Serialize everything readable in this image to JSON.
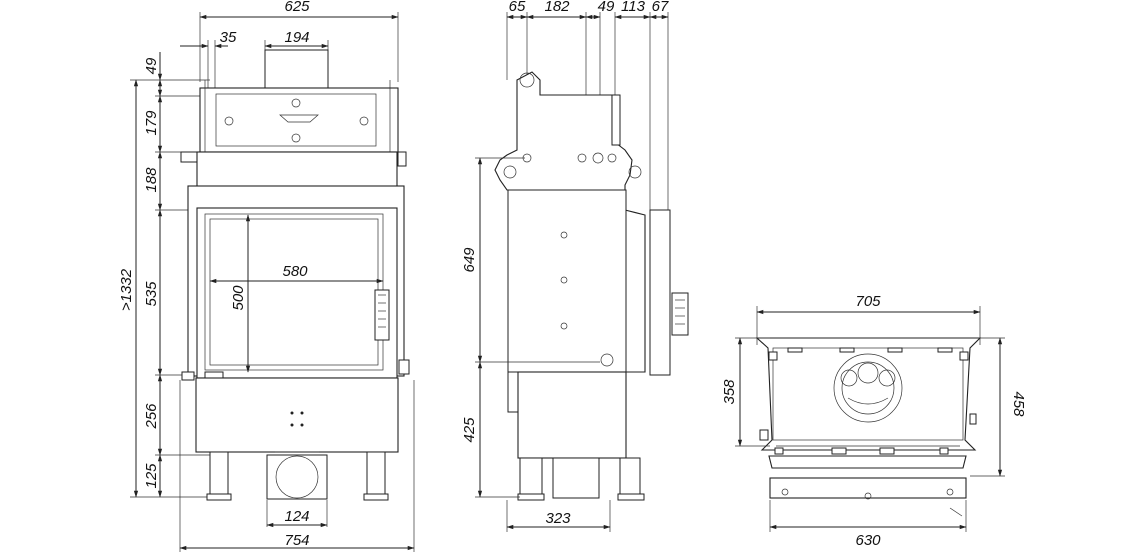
{
  "views": {
    "front": {
      "top_width": "625",
      "left_offset": "35",
      "flue_width": "194",
      "heights": [
        "49",
        "179",
        "188",
        "535",
        "256",
        "125"
      ],
      "total_height": ">1332",
      "glass_width": "580",
      "glass_height": "500",
      "outlet_width": "124",
      "total_width": "754"
    },
    "side": {
      "top_dims": [
        "65",
        "182",
        "49",
        "113",
        "67"
      ],
      "upper_height": "649",
      "lower_height": "425",
      "base_width": "323"
    },
    "plan": {
      "top_width": "705",
      "inner_depth": "358",
      "total_depth": "458",
      "base_width": "630"
    }
  }
}
